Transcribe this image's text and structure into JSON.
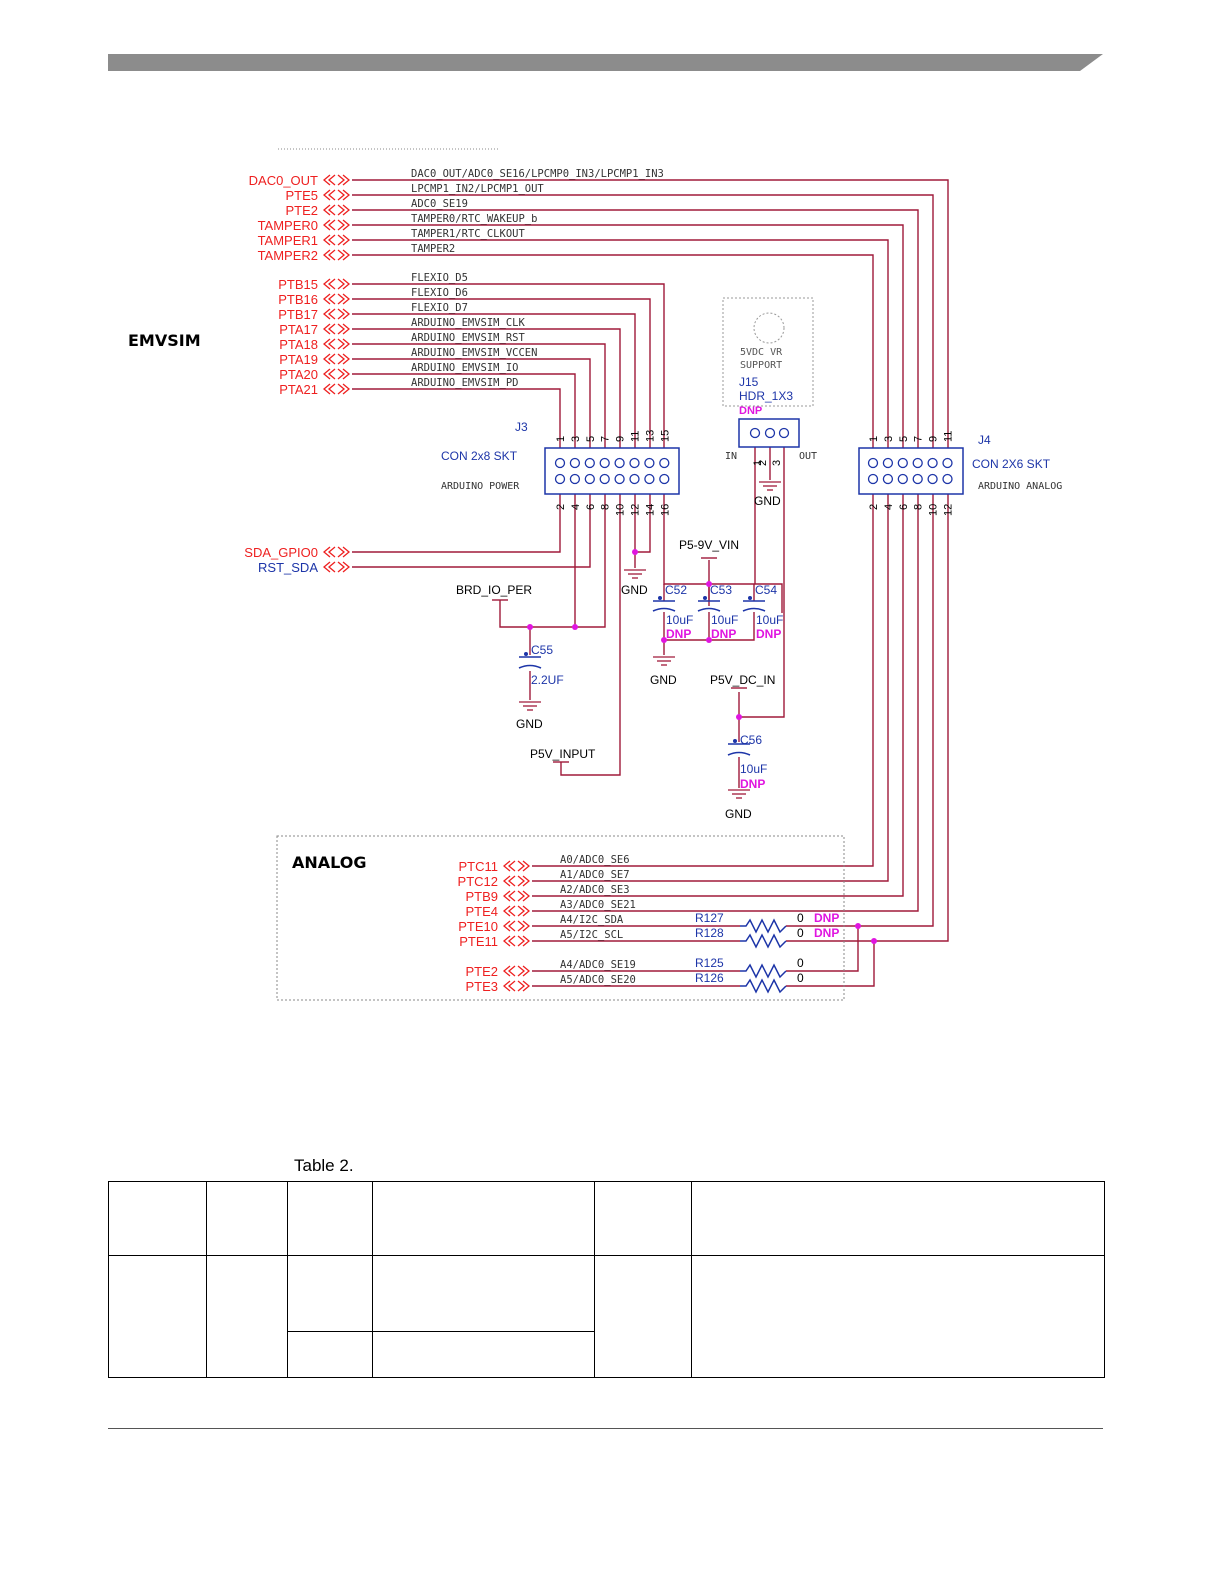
{
  "section_labels": {
    "emvsim": "EMVSIM",
    "analog": "ANALOG"
  },
  "top_signals": [
    {
      "port": "DAC0_OUT",
      "net": "DAC0_OUT/ADC0_SE16/LPCMP0_IN3/LPCMP1_IN3"
    },
    {
      "port": "PTE5",
      "net": "LPCMP1_IN2/LPCMP1_OUT"
    },
    {
      "port": "PTE2",
      "net": "ADC0_SE19"
    },
    {
      "port": "TAMPER0",
      "net": "TAMPER0/RTC_WAKEUP_b"
    },
    {
      "port": "TAMPER1",
      "net": "TAMPER1/RTC_CLKOUT"
    },
    {
      "port": "TAMPER2",
      "net": "TAMPER2"
    }
  ],
  "emv_signals": [
    {
      "port": "PTB15",
      "net": "FLEXIO_D5"
    },
    {
      "port": "PTB16",
      "net": "FLEXIO_D6"
    },
    {
      "port": "PTB17",
      "net": "FLEXIO_D7"
    },
    {
      "port": "PTA17",
      "net": "ARDUINO_EMVSIM_CLK"
    },
    {
      "port": "PTA18",
      "net": "ARDUINO_EMVSIM_RST"
    },
    {
      "port": "PTA19",
      "net": "ARDUINO_EMVSIM_VCCEN"
    },
    {
      "port": "PTA20",
      "net": "ARDUINO_EMVSIM_IO"
    },
    {
      "port": "PTA21",
      "net": "ARDUINO_EMVSIM_PD"
    }
  ],
  "lower_left_ports": [
    {
      "port": "SDA_GPIO0",
      "color": "red"
    },
    {
      "port": "RST_SDA",
      "color": "blue"
    }
  ],
  "j3": {
    "ref": "J3",
    "value": "CON 2x8 SKT",
    "desc": "ARDUINO POWER",
    "top_pins": [
      "1",
      "3",
      "5",
      "7",
      "9",
      "11",
      "13",
      "15"
    ],
    "bottom_pins": [
      "2",
      "4",
      "6",
      "8",
      "10",
      "12",
      "14",
      "16"
    ]
  },
  "j4": {
    "ref": "J4",
    "value": "CON 2X6 SKT",
    "desc": "ARDUINO ANALOG",
    "top_pins": [
      "1",
      "3",
      "5",
      "7",
      "9",
      "11"
    ],
    "bottom_pins": [
      "2",
      "4",
      "6",
      "8",
      "10",
      "12"
    ]
  },
  "j15": {
    "ref": "J15",
    "value": "HDR_1X3",
    "dnp": "DNP",
    "note_line1": "5VDC VR",
    "note_line2": "SUPPORT",
    "pin_in": "IN",
    "pin_out": "OUT",
    "pins": [
      "1",
      "2",
      "3"
    ]
  },
  "capacitors": [
    {
      "ref": "C52",
      "value": "10uF",
      "dnp": "DNP"
    },
    {
      "ref": "C53",
      "value": "10uF",
      "dnp": "DNP"
    },
    {
      "ref": "C54",
      "value": "10uF",
      "dnp": "DNP"
    },
    {
      "ref": "C55",
      "value": "2.2UF",
      "dnp": ""
    },
    {
      "ref": "C56",
      "value": "10uF",
      "dnp": "DNP"
    }
  ],
  "power_nets": {
    "gnd": "GND",
    "p5_9v_vin": "P5-9V_VIN",
    "brd_io_per": "BRD_IO_PER",
    "p5v_dc_in": "P5V_DC_IN",
    "p5v_input": "P5V_INPUT"
  },
  "analog_signals": [
    {
      "port": "PTC11",
      "net": "A0/ADC0_SE6"
    },
    {
      "port": "PTC12",
      "net": "A1/ADC0_SE7"
    },
    {
      "port": "PTB9",
      "net": "A2/ADC0_SE3"
    },
    {
      "port": "PTE4",
      "net": "A3/ADC0_SE21"
    },
    {
      "port": "PTE10",
      "net": "A4/I2C_SDA"
    },
    {
      "port": "PTE11",
      "net": "A5/I2C_SCL"
    },
    {
      "port": "PTE2",
      "net": "A4/ADC0_SE19"
    },
    {
      "port": "PTE3",
      "net": "A5/ADC0_SE20"
    }
  ],
  "resistors": [
    {
      "ref": "R127",
      "value": "0",
      "dnp": "DNP"
    },
    {
      "ref": "R128",
      "value": "0",
      "dnp": "DNP"
    },
    {
      "ref": "R125",
      "value": "0",
      "dnp": ""
    },
    {
      "ref": "R126",
      "value": "0",
      "dnp": ""
    }
  ],
  "table": {
    "caption": "Table 2."
  },
  "colors": {
    "wire": "#a01a3a",
    "label_red": "#ee2020",
    "label_blue": "#1d35a8",
    "dnp": "#e015e0",
    "netname": "#333333",
    "border": "#888888"
  }
}
